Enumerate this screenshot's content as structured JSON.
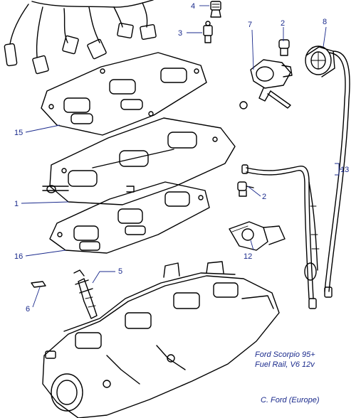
{
  "labels": {
    "l1": "1",
    "l2a": "2",
    "l2b": "2",
    "l3": "3",
    "l4": "4",
    "l5": "5",
    "l6": "6",
    "l7": "7",
    "l8": "8",
    "l12": "12",
    "l13": "13",
    "l15": "15",
    "l16": "16"
  },
  "caption": {
    "line1": "Ford Scorpio 95+",
    "line2": "Fuel Rail, V6 12v",
    "copyright": "C. Ford (Europe)"
  },
  "colors": {
    "ink": "#000000",
    "label": "#1a2a8c",
    "background": "#ffffff"
  }
}
